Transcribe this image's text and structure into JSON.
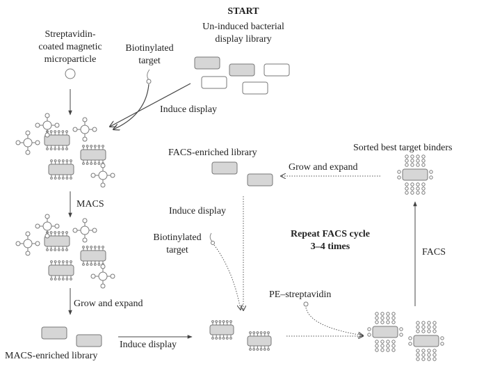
{
  "labels": {
    "start": "START",
    "library_line1": "Un-induced bacterial",
    "library_line2": "display library",
    "strep_line1": "Streptavidin-",
    "strep_line2": "coated magnetic",
    "strep_line3": "microparticle",
    "biotin_top_line1": "Biotinylated",
    "biotin_top_line2": "target",
    "induce_display_top": "Induce display",
    "macs": "MACS",
    "grow_expand_left": "Grow and expand",
    "macs_library": "MACS-enriched library",
    "induce_display_bottom": "Induce display",
    "facs_library": "FACS-enriched library",
    "grow_expand_right": "Grow and expand",
    "sorted_binders": "Sorted best target binders",
    "induce_display_mid": "Induce display",
    "biotin_mid_line1": "Biotinylated",
    "biotin_mid_line2": "target",
    "repeat_line1": "Repeat FACS cycle",
    "repeat_line2": "3–4 times",
    "pe_strep": "PE–streptavidin",
    "facs": "FACS"
  }
}
